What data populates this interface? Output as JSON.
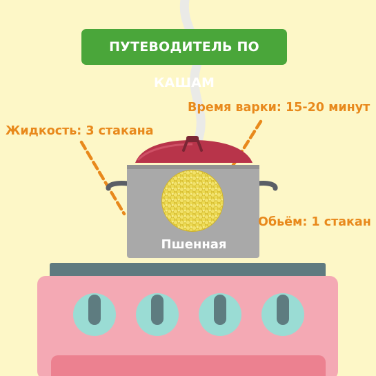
{
  "title": "ПУТЕВОДИТЕЛЬ ПО КАШАМ",
  "grain_name": "Пшенная",
  "facts": {
    "cook_time": "Время варки: 15-20 минут",
    "liquid": "Жидкость: 3 стакана",
    "volume": "Обьём: 1 стакан"
  },
  "stove": {
    "knob_count": 4
  },
  "colors": {
    "background": "#fdf7c7",
    "title_badge": "#4aa63a",
    "label_text": "#e8891c",
    "pot_body": "#a9a9a9",
    "pot_lid": "#b8344a",
    "stove_top": "#5f7a80",
    "stove_body": "#f4a9b4",
    "knob_base": "#9adcd4",
    "knob_handle": "#5e7c80",
    "grain": "#e9d64c"
  },
  "icons": [
    "steam-icon",
    "lid-handle-icon",
    "pot-icon",
    "millet-grain-icon",
    "stove-icon",
    "knob-icon"
  ]
}
